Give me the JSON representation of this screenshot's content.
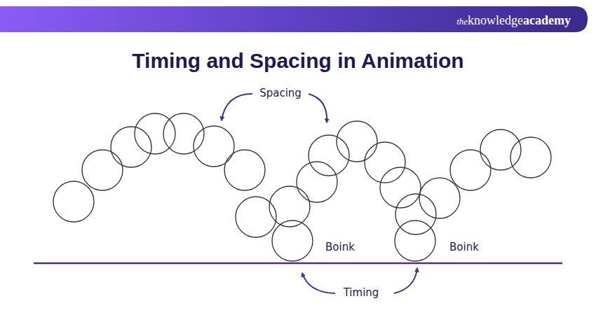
{
  "diagram": {
    "title": "Timing and Spacing in Animation",
    "labels": [
      "the",
      "knowledge",
      "academy",
      "Spacing",
      "Boink",
      "Boink",
      "Timing"
    ]
  }
}
